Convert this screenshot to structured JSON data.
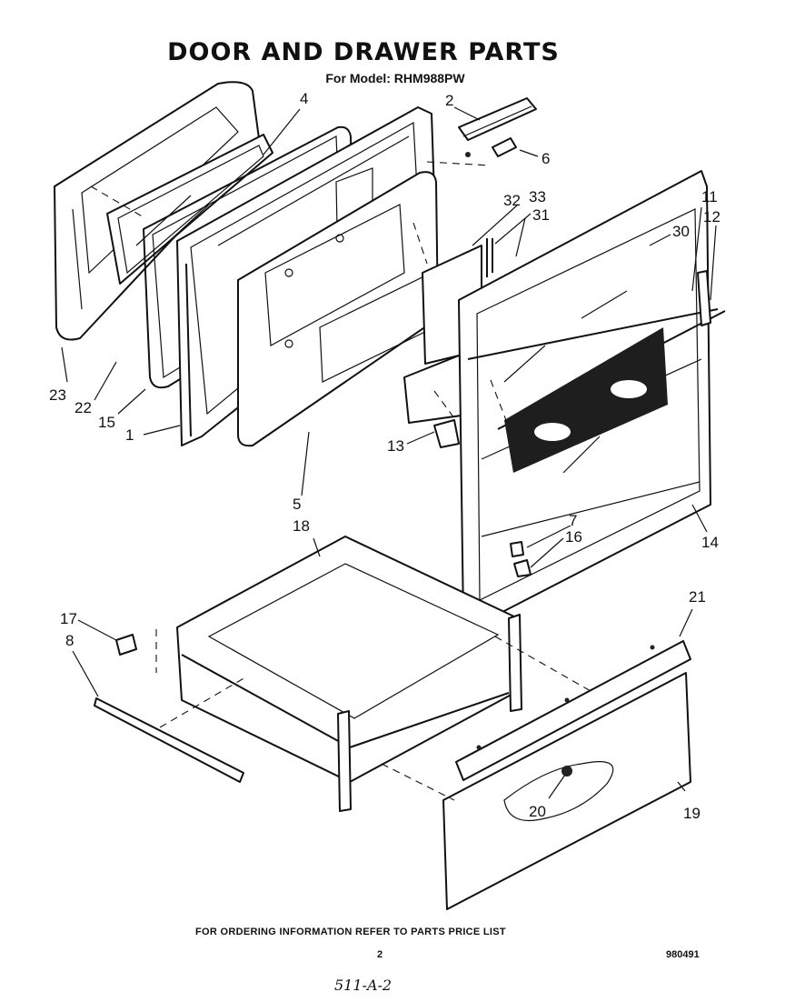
{
  "header": {
    "title": "DOOR AND DRAWER PARTS",
    "subtitle": "For Model: RHM988PW"
  },
  "callouts": [
    "1",
    "2",
    "4",
    "5",
    "6",
    "7",
    "8",
    "11",
    "12",
    "13",
    "14",
    "15",
    "16",
    "17",
    "18",
    "19",
    "20",
    "21",
    "22",
    "23",
    "30",
    "31",
    "32",
    "33"
  ],
  "footer": {
    "note": "FOR ORDERING INFORMATION REFER TO PARTS PRICE LIST",
    "page": "2",
    "doc_number": "980491",
    "handwritten": "511-A-2"
  }
}
